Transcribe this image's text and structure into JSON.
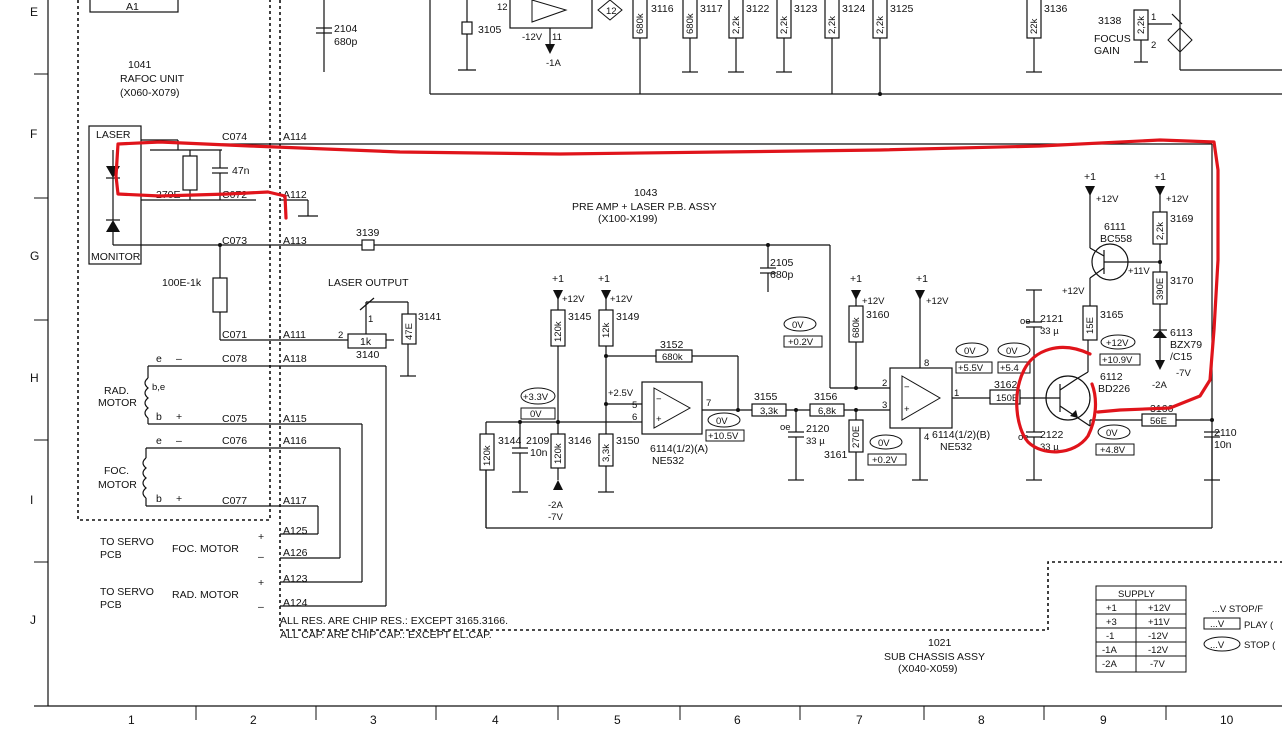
{
  "grid": {
    "rows": [
      "E",
      "F",
      "G",
      "H",
      "I",
      "J"
    ],
    "cols": [
      "1",
      "2",
      "3",
      "4",
      "5",
      "6",
      "7",
      "8",
      "9",
      "10"
    ]
  },
  "blocks": {
    "rafoc": {
      "ref": "1041",
      "title": "RAFOC UNIT",
      "range": "(X060-X079)"
    },
    "preamp": {
      "ref": "1043",
      "title": "PRE AMP + LASER P.B. ASSY",
      "range": "(X100-X199)"
    },
    "sub_chassis": {
      "ref": "1021",
      "title": "SUB CHASSIS ASSY",
      "range": "(X040-X059)"
    },
    "a1": "A1"
  },
  "labels": {
    "laser": "LASER",
    "monitor": "MONITOR",
    "rad_motor": [
      "RAD.",
      "MOTOR"
    ],
    "foc_motor": [
      "FOC.",
      "MOTOR"
    ],
    "laser_output": "LASER OUTPUT",
    "focus_gain": [
      "FOCUS",
      "GAIN"
    ],
    "to_servo_foc": [
      "TO SERVO",
      "PCB"
    ],
    "foc_motor_label": "FOC. MOTOR",
    "to_servo_rad": [
      "TO SERVO",
      "PCB"
    ],
    "rad_motor_label": "RAD. MOTOR",
    "be": "b,e",
    "e": "e",
    "b": "b",
    "minus": "–",
    "plus": "+"
  },
  "connectors": {
    "c": [
      "C074",
      "C072",
      "C073",
      "C071",
      "C078",
      "C075",
      "C076",
      "C077"
    ],
    "a": [
      "A114",
      "A112",
      "A113",
      "A111",
      "A118",
      "A115",
      "A116",
      "A117",
      "A125",
      "A126",
      "A123",
      "A124"
    ]
  },
  "parts": {
    "r270": "270E",
    "c47n": "47n",
    "r100": "100E-1k",
    "r3139": "3139",
    "r3140": "3140",
    "p1k": "1k",
    "r3141": "3141",
    "r47e": "47E",
    "c2104": "2104",
    "c680p": "680p",
    "r3105": "3105",
    "r3116": "3116",
    "r3117": "3117",
    "r3122": "3122",
    "r3123": "3123",
    "r3124": "3124",
    "r3125": "3125",
    "r3136": "3136",
    "r3138": "3138",
    "v680k": "680k",
    "v22k": "2,2k",
    "v22": "22k",
    "c2105": "2105",
    "c2105v": "680p",
    "r3145": "3145",
    "r3149": "3149",
    "r3144": "3144",
    "c2109": "2109",
    "c10n": "10n",
    "r3146": "3146",
    "r3150": "3150",
    "v120k": "120k",
    "v12k": "12k",
    "v33k": "3,3k",
    "r3152": "3152",
    "v680k2": "680k",
    "r3155": "3155",
    "v33k2": "3,3k",
    "r3156": "3156",
    "v68k": "6,8k",
    "c2120": "2120",
    "v33u": "33 µ",
    "r3161": "3161",
    "v270e": "270E",
    "r3160": "3160",
    "ic1": [
      "6114(1/2)(A)",
      "NE532"
    ],
    "ic2": [
      "6114(1/2)(B)",
      "NE532"
    ],
    "q6111": [
      "6111",
      "BC558"
    ],
    "r3169": "3169",
    "r3170": "3170",
    "v390e": "390E",
    "r3165": "3165",
    "v15e": "15E",
    "d6113": [
      "6113",
      "BZX79",
      "/C15"
    ],
    "q6112": [
      "6112",
      "BD226"
    ],
    "c2121": "2121",
    "c2122": "2122",
    "r3162": "3162",
    "v150e": "150E",
    "r3166": "3166",
    "v56e": "56E",
    "c2110": "2110",
    "c2110v": "10n",
    "pin2": "2",
    "pin3": "3",
    "pin5": "5",
    "pin6": "6",
    "pin7": "7",
    "pin8": "8",
    "pin1": "1",
    "pin4": "4",
    "pin12": "12",
    "pin11": "11",
    "n12": "12"
  },
  "voltages": {
    "p1": "+1",
    "p12v": "+12V",
    "m2a": "-2A",
    "m7v": "-7V",
    "m12v": "-12V",
    "m1a": "-1A",
    "v25": "+2.5V",
    "v33": "+3.3V",
    "v0": "0V",
    "v105": "+10.5V",
    "v02": "+0.2V",
    "v55": "+5.5V",
    "v54": "+5.4",
    "v48": "+4.8V",
    "v11": "+11V",
    "v12": "+12V",
    "v109": "+10.9V",
    "m7": "-7V"
  },
  "notes": {
    "res": "ALL RES. ARE CHIP RES.: EXCEPT 3165.3166.",
    "cap": "ALL CAP. ARE CHIP CAP.: EXCEPT EL.CAP."
  },
  "supply": {
    "title": "SUPPLY",
    "rows": [
      [
        "+1",
        "+12V"
      ],
      [
        "+3",
        "+11V"
      ],
      [
        "-1",
        "-12V"
      ],
      [
        "-1A",
        "-12V"
      ],
      [
        "-2A",
        "-7V"
      ]
    ]
  },
  "legend": {
    "stop": "...V  STOP/F",
    "play": "PLAY (",
    "stop2": "STOP (",
    "boxv": "...V",
    "ovalv": "...V"
  }
}
